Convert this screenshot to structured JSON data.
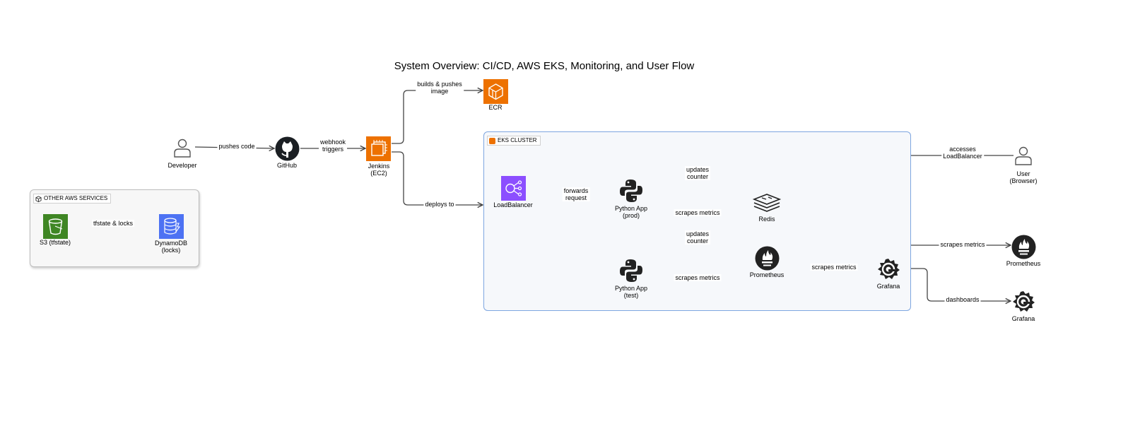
{
  "diagram": {
    "title": "System Overview: CI/CD, AWS EKS, Monitoring, and User Flow",
    "groups": {
      "eks": {
        "label": "EKS CLUSTER"
      },
      "other_aws": {
        "label": "OTHER AWS SERVICES"
      }
    },
    "nodes": {
      "developer": {
        "label": "Developer"
      },
      "github": {
        "label": "GitHub"
      },
      "jenkins": {
        "label": "Jenkins\n(EC2)"
      },
      "ecr": {
        "label": "ECR"
      },
      "loadbalancer": {
        "label": "LoadBalancer"
      },
      "python_prod": {
        "label": "Python App\n(prod)"
      },
      "python_test": {
        "label": "Python App\n(test)"
      },
      "redis": {
        "label": "Redis"
      },
      "prometheus_in": {
        "label": "Prometheus"
      },
      "grafana_in": {
        "label": "Grafana"
      },
      "user": {
        "label": "User\n(Browser)"
      },
      "prometheus_ext": {
        "label": "Prometheus"
      },
      "grafana_ext": {
        "label": "Grafana"
      },
      "s3": {
        "label": "S3 (tfstate)"
      },
      "dynamodb": {
        "label": "DynamoDB\n(locks)"
      }
    },
    "edges": {
      "pushes_code": "pushes code",
      "webhook": "webhook\ntriggers",
      "builds_pushes": "builds & pushes\nimage",
      "deploys_to": "deploys to",
      "forwards": "forwards\nrequest",
      "updates_prod": "updates\ncounter",
      "scrapes_prod": "scrapes metrics",
      "updates_test": "updates\ncounter",
      "scrapes_test": "scrapes metrics",
      "scrapes_grafana": "scrapes metrics",
      "accesses_lb": "accesses\nLoadBalancer",
      "scrapes_ext": "scrapes metrics",
      "dashboards": "dashboards",
      "tfstate": "tfstate & locks"
    },
    "colors": {
      "aws_compute": "#ed7100",
      "aws_network": "#8c4fff",
      "aws_storage": "#3f8624",
      "aws_database": "#4d72f3",
      "eks_border": "#7ea6e0",
      "edge": "#444444"
    }
  }
}
